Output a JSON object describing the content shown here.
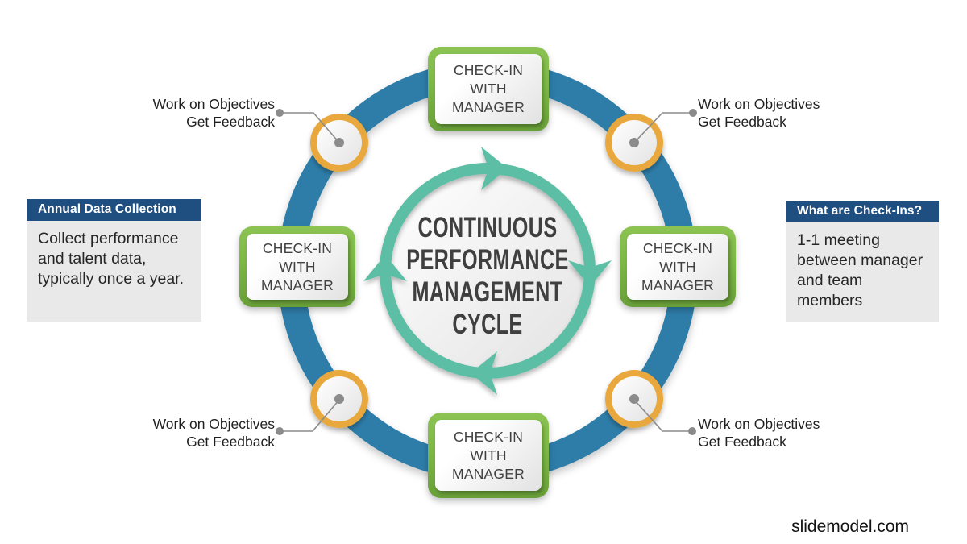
{
  "slide": {
    "center_title": {
      "lines": [
        "CONTINUOUS",
        "PERFORMANCE",
        "MANAGEMENT",
        "CYCLE"
      ]
    },
    "checkin_boxes": [
      {
        "position": "top",
        "label": "CHECK-IN WITH MANAGER"
      },
      {
        "position": "right",
        "label": "CHECK-IN WITH MANAGER"
      },
      {
        "position": "bottom",
        "label": "CHECK-IN WITH MANAGER"
      },
      {
        "position": "left",
        "label": "CHECK-IN WITH MANAGER"
      }
    ],
    "callouts": [
      {
        "position": "top-left",
        "line1": "Work on Objectives",
        "line2": "Get Feedback"
      },
      {
        "position": "top-right",
        "line1": "Work on Objectives",
        "line2": "Get Feedback"
      },
      {
        "position": "bottom-left",
        "line1": "Work on Objectives",
        "line2": "Get Feedback"
      },
      {
        "position": "bottom-right",
        "line1": "Work on Objectives",
        "line2": "Get Feedback"
      }
    ],
    "info_left": {
      "header": "Annual Data Collection",
      "body": "Collect performance and talent data, typically once a year."
    },
    "info_right": {
      "header": "What are Check-Ins?",
      "body": "1-1 meeting between manager and team members"
    },
    "watermark": "slidemodel.com",
    "colors": {
      "ring_blue": "#2e7da9",
      "cycle_teal": "#5bbea4",
      "box_green": "#7cb844",
      "marker_yellow": "#e9a83c",
      "header_navy": "#1f4e80",
      "panel_gray": "#e9e9e9",
      "text_dark": "#3f3f3f"
    }
  }
}
